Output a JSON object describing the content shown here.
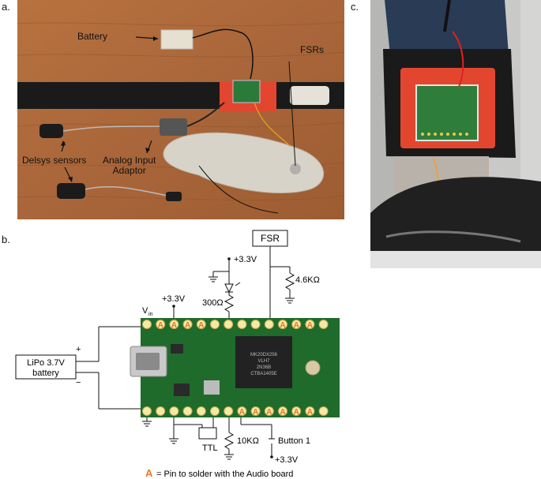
{
  "panel_labels": {
    "a": "a.",
    "b": "b.",
    "c": "c."
  },
  "photo_a": {
    "battery": "Battery",
    "fsrs": "FSRs",
    "delsys": "Delsys sensors",
    "adaptor_line1": "Analog Input",
    "adaptor_line2": "Adaptor"
  },
  "schematic": {
    "fsr": "FSR",
    "v33_top": "+3.3V",
    "r_46k": "4.6KΩ",
    "v33_left": "+3.3V",
    "r_300": "300Ω",
    "vin": "V",
    "vin_sub": "in",
    "plus": "+",
    "minus": "−",
    "lipo_line1": "LiPo 3.7V",
    "lipo_line2": "battery",
    "ttl": "TTL",
    "r_10k": "10KΩ",
    "button": "Button 1",
    "v33_bottom": "+3.3V",
    "legend_mark": "A",
    "legend_text": "= Pin to solder with the Audio board",
    "chip_text": [
      "MK20DX256",
      "VLH7",
      "2N36B",
      "CTBA1405E"
    ],
    "pin_mark": "A"
  },
  "colors": {
    "wood": "#b06d3c",
    "board": "#1f6b2c",
    "pin_orange": "#e8772a",
    "strap": "#e2462f"
  }
}
